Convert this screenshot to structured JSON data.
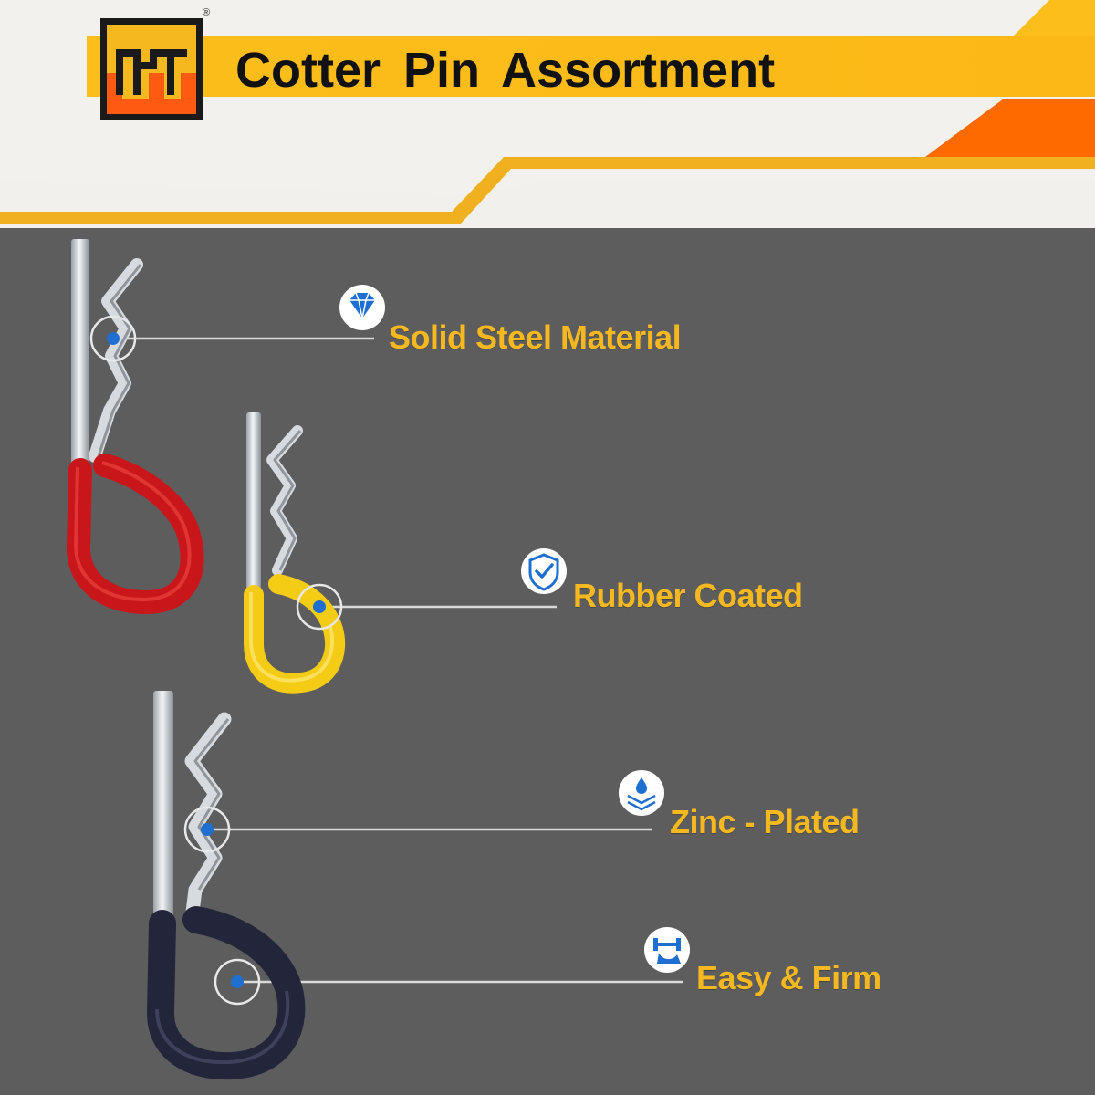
{
  "header": {
    "title": "Cotter Pin Assortment",
    "registered_mark": "®",
    "logo_icon": "brand-logo-icon"
  },
  "features": [
    {
      "label": "Solid Steel Material",
      "icon": "diamond-icon"
    },
    {
      "label": "Rubber Coated",
      "icon": "shield-check-icon"
    },
    {
      "label": "Zinc - Plated",
      "icon": "water-layers-icon"
    },
    {
      "label": "Easy & Firm",
      "icon": "dumbbell-arm-icon"
    }
  ],
  "pins": [
    {
      "name": "red-coated-pin",
      "coating_color": "#c9161b"
    },
    {
      "name": "yellow-coated-pin",
      "coating_color": "#f4cc16"
    },
    {
      "name": "black-coated-pin",
      "coating_color": "#23253a"
    }
  ],
  "colors": {
    "background": "#5d5d5d",
    "accent_yellow": "#fbbe1b",
    "accent_orange": "#ff6a00",
    "label_color": "#f5b820",
    "marker_blue": "#1f6fd0"
  }
}
